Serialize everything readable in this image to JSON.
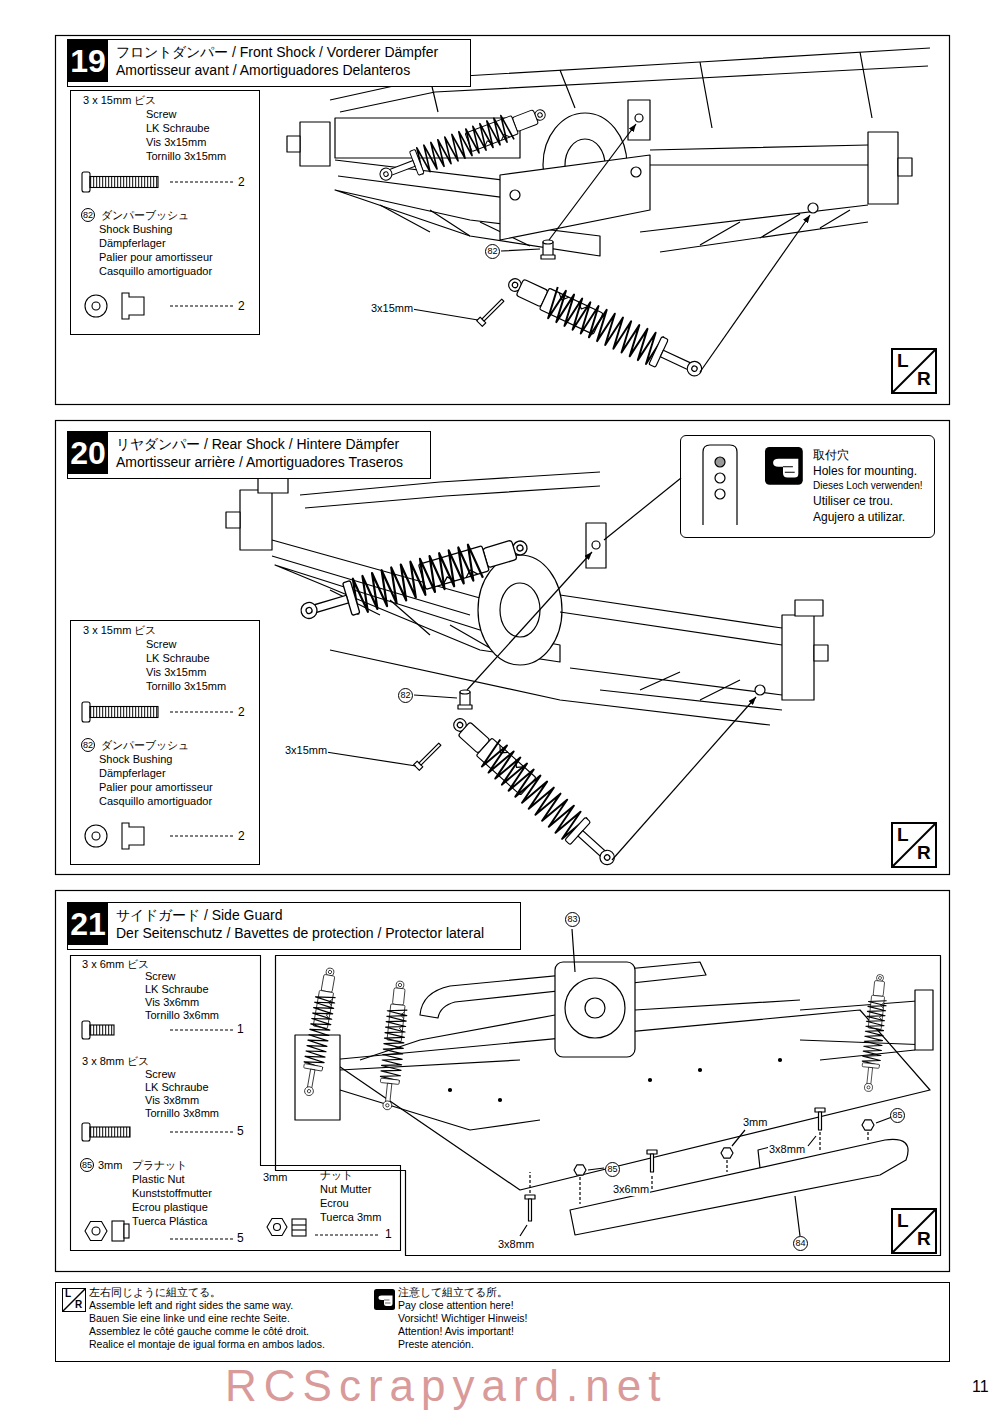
{
  "diagram": {
    "nodes": [
      {
        "text": [
          "19",
          "フロントダンパー / Front Shock / Vorderer Dämpfer",
          "Amortisseur avant / Amortiguadores Delanteros"
        ]
      },
      {
        "text": [
          "3 x 15mm ビス",
          "Screw",
          "LK Schraube",
          "Vis 3x15mm",
          "Tornillo 3x15mm",
          "2",
          "82",
          "ダンパーブッシュ",
          "Shock Bushing",
          "Dämpferlager",
          "Palier pour amortisseur",
          "Casquillo amortiguador",
          "2"
        ]
      },
      {
        "text": [
          "L",
          "R"
        ]
      },
      {
        "text": [
          "20",
          "リヤダンパー / Rear Shock / Hintere Dämpfer",
          "Amortisseur arrière / Amortiguadores Traseros"
        ]
      },
      {
        "text": [
          "取付穴",
          "Holes for mounting.",
          "Dieses Loch verwenden!",
          "Utiliser ce trou.",
          "Agujero a utilizar."
        ]
      },
      {
        "text": [
          "3 x 15mm ビス",
          "Screw",
          "LK Schraube",
          "Vis 3x15mm",
          "Tornillo 3x15mm",
          "2",
          "82",
          "ダンパーブッシュ",
          "Shock Bushing",
          "Dämpferlager",
          "Palier pour amortisseur",
          "Casquillo amortiguador",
          "2"
        ]
      },
      {
        "text": [
          "L",
          "R"
        ]
      },
      {
        "text": [
          "21",
          "サイドガード / Side Guard",
          "Der Seitenschutz / Bavettes de protection / Protector lateral"
        ]
      },
      {
        "text": [
          "3 x 6mm ビス",
          "Screw",
          "LK Schraube",
          "Vis 3x6mm",
          "Tornillo 3x6mm",
          "1",
          "3 x 8mm ビス",
          "Screw",
          "LK Schraube",
          "Vis 3x8mm",
          "Tornillo 3x8mm",
          "5",
          "85",
          "3mm",
          "プラナット",
          "Plastic Nut",
          "Kunststoffmutter",
          "Ecrou plastique",
          "Tuerca Plástica",
          "5",
          "3mm",
          "ナット",
          "Nut Mutter",
          "Ecrou",
          "Tuerca 3mm",
          "1"
        ]
      },
      {
        "text": [
          "L",
          "R"
        ]
      },
      {
        "text": [
          "左右同じように組立てる。",
          "Assemble left and right sides the same way.",
          "Bauen Sie eine linke und eine rechte Seite.",
          "Assemblez le côté gauche comme le côté droit.",
          "Realice el montaje de igual forma en ambos lados.",
          "注意して組立てる所。",
          "Pay close attention here!",
          "Vorsicht! Wichtiger Hinweis!",
          "Attention! Avis important!",
          "Preste atención."
        ]
      },
      {
        "text": [
          "L",
          "R"
        ],
        "in": 10
      }
    ],
    "labels": [
      "82",
      "3x15mm",
      "82",
      "3x15mm",
      "83",
      "3mm",
      "3x8mm",
      "85",
      "85",
      "3x6mm",
      "3x8mm",
      "84",
      "11",
      "RCScrapyard.net"
    ]
  }
}
